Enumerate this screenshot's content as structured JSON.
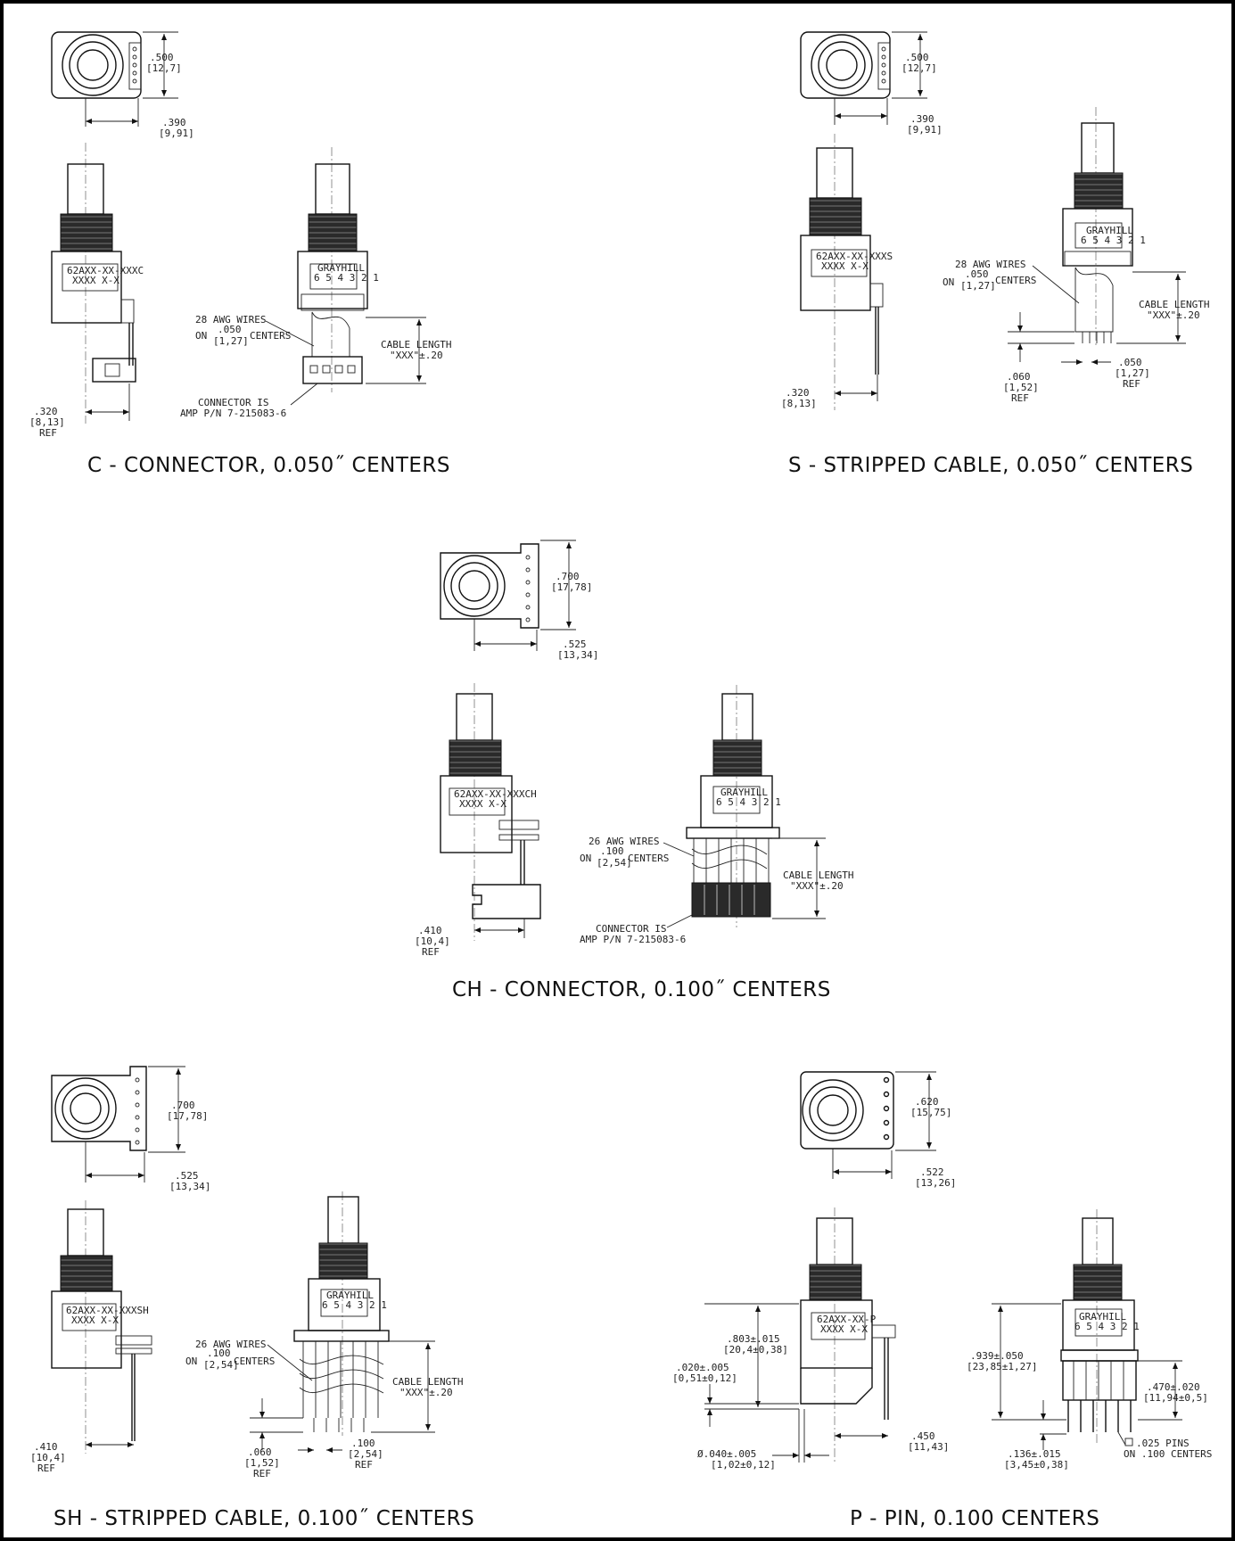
{
  "sections": {
    "c": {
      "title": "C - CONNECTOR, 0.050˝ CENTERS",
      "dims": [
        ".500",
        "[12,7]",
        ".390",
        "[9,91]",
        ".320",
        "[8,13]",
        "REF"
      ],
      "body_label": [
        "62AXX-XX-XXXC",
        "XXXX X-X"
      ],
      "brand": [
        "GRAYHILL",
        "6 5 4 3 2 1"
      ],
      "notes": [
        "28 AWG WIRES",
        "ON",
        ".050",
        "[1,27]",
        "CENTERS",
        "CABLE LENGTH",
        "\"XXX\"±.20",
        "CONNECTOR IS",
        "AMP P/N 7-215083-6"
      ]
    },
    "s": {
      "title": "S - STRIPPED CABLE, 0.050˝ CENTERS",
      "dims": [
        ".500",
        "[12,7]",
        ".390",
        "[9,91]",
        ".320",
        "[8,13]",
        ".060",
        "[1,52]",
        "REF",
        ".050",
        "[1,27]",
        "REF"
      ],
      "body_label": [
        "62AXX-XX-XXXS",
        "XXXX X-X"
      ],
      "brand": [
        "GRAYHILL",
        "6 5 4 3 2 1"
      ],
      "notes": [
        "28 AWG WIRES",
        "ON",
        ".050",
        "[1,27]",
        "CENTERS",
        "CABLE LENGTH",
        "\"XXX\"±.20"
      ]
    },
    "ch": {
      "title": "CH - CONNECTOR, 0.100˝ CENTERS",
      "dims": [
        ".700",
        "[17,78]",
        ".525",
        "[13,34]",
        ".410",
        "[10,4]",
        "REF"
      ],
      "body_label": [
        "62AXX-XX-XXXCH",
        "XXXX X-X"
      ],
      "brand": [
        "GRAYHILL",
        "6 5 4 3 2 1"
      ],
      "notes": [
        "26 AWG WIRES",
        "ON",
        ".100",
        "[2,54]",
        "CENTERS",
        "CABLE LENGTH",
        "\"XXX\"±.20",
        "CONNECTOR IS",
        "AMP P/N 7-215083-6"
      ]
    },
    "sh": {
      "title": "SH - STRIPPED CABLE, 0.100˝ CENTERS",
      "dims": [
        ".700",
        "[17,78]",
        ".525",
        "[13,34]",
        ".410",
        "[10,4]",
        "REF",
        ".060",
        "[1,52]",
        "REF",
        ".100",
        "[2,54]",
        "REF"
      ],
      "body_label": [
        "62AXX-XX-XXXSH",
        "XXXX X-X"
      ],
      "brand": [
        "GRAYHILL",
        "6 5 4 3 2 1"
      ],
      "notes": [
        "26 AWG WIRES",
        "ON",
        ".100",
        "[2,54]",
        "CENTERS",
        "CABLE LENGTH",
        "\"XXX\"±.20"
      ]
    },
    "p": {
      "title": "P - PIN, 0.100 CENTERS",
      "dims": [
        ".620",
        "[15,75]",
        ".522",
        "[13,26]",
        ".803±.015",
        "[20,4±0,38]",
        ".020±.005",
        "[0,51±0,12]",
        "Ø.040±.005",
        "[1,02±0,12]",
        ".450",
        "[11,43]",
        ".939±.050",
        "[23,85±1,27]",
        ".470±.020",
        "[11,94±0,5]",
        ".136±.015",
        "[3,45±0,38]"
      ],
      "body_label": [
        "62AXX-XX-P",
        "XXXX X-X"
      ],
      "brand": [
        "GRAYHILL",
        "6 5 4 3 2 1"
      ],
      "notes": [
        ".025 PINS",
        "ON .100 CENTERS"
      ]
    }
  }
}
